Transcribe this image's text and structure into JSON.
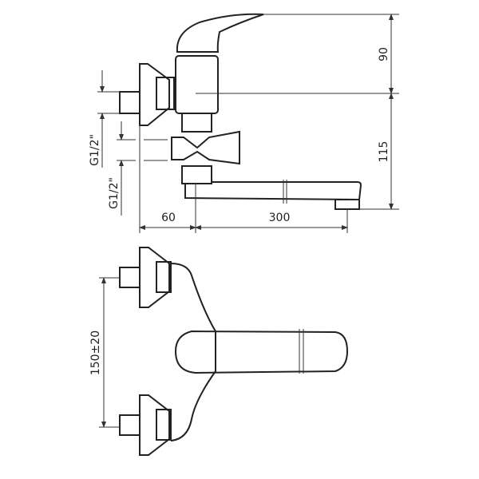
{
  "dimensions": {
    "lever_height": "90",
    "outlet_height": "115",
    "wall_offset": "60",
    "spout_length": "300",
    "thread_upper": "G1/2\"",
    "thread_lower": "G1/2\"",
    "inlet_spacing": "150±20"
  }
}
